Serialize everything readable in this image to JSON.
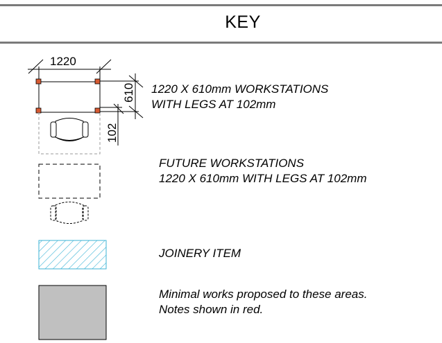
{
  "header": {
    "title": "KEY"
  },
  "workstation": {
    "width_label": "1220",
    "depth_label": "610",
    "leg_label": "102",
    "desc_line1": "1220 X 610mm WORKSTATIONS",
    "desc_line2": "WITH LEGS AT 102mm"
  },
  "future_workstation": {
    "desc_line1": "FUTURE WORKSTATIONS",
    "desc_line2": "1220 X 610mm  WITH LEGS AT 102mm"
  },
  "joinery": {
    "label": "JOINERY ITEM",
    "hatch_color": "#3bb3d6"
  },
  "minimal_works": {
    "desc_line1": "Minimal works proposed to these areas.",
    "desc_line2": "Notes shown in red.",
    "fill_color": "#c0c0c0"
  },
  "colors": {
    "rule": "#7a7a7a",
    "leg_marker": "#c0392b"
  }
}
